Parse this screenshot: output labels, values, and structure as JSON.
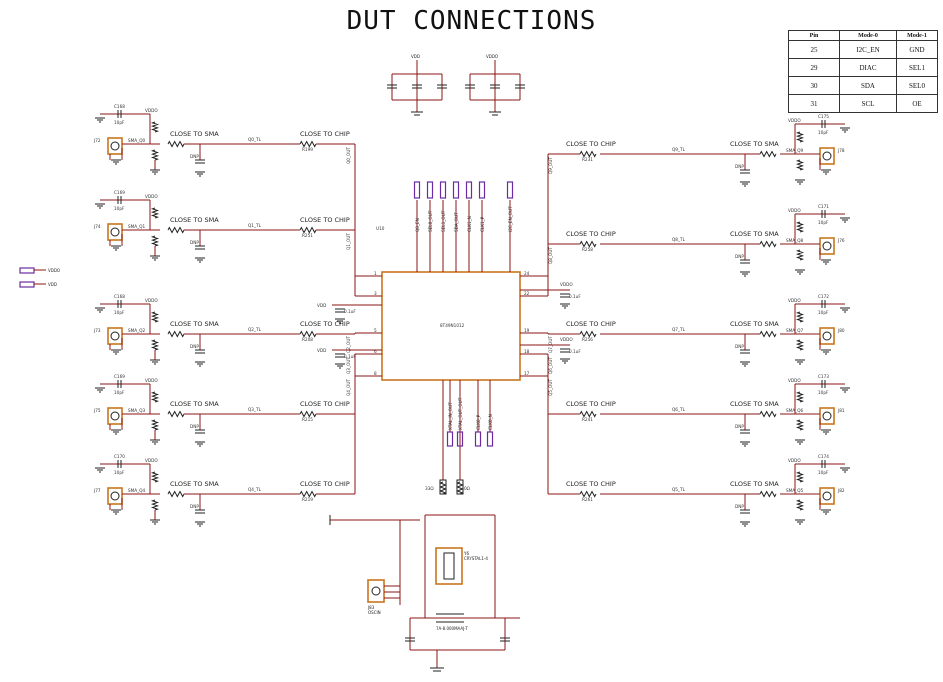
{
  "title": "DUT CONNECTIONS",
  "pin_table": {
    "headers": [
      "Pin",
      "Mode-0",
      "Mode-1"
    ],
    "rows": [
      [
        "25",
        "I2C_EN",
        "GND"
      ],
      [
        "29",
        "DIAC",
        "SEL1"
      ],
      [
        "30",
        "SDA",
        "SEL0"
      ],
      [
        "31",
        "SCL",
        "OE"
      ]
    ]
  },
  "power": {
    "vdd": "VDD",
    "vddo": "VDDO"
  },
  "ic": {
    "ref": "U10",
    "part": "8T49N1012"
  },
  "notes": {
    "near_sma": "CLOSE TO SMA",
    "near_chip": "CLOSE TO CHIP"
  },
  "left_channels": [
    {
      "conn": "J72",
      "sig": "SMA_Q0",
      "trace": "Q0_TL",
      "out": "Q0_OUT",
      "rs": "R199",
      "cap": "C168"
    },
    {
      "conn": "J74",
      "sig": "SMA_Q1",
      "trace": "Q1_TL",
      "out": "Q1_OUT",
      "rs": "R251",
      "cap": "C169"
    },
    {
      "conn": "J73",
      "sig": "SMA_Q2",
      "trace": "Q2_TL",
      "out": "Q2_OUT",
      "rs": "R208",
      "cap": "C168"
    },
    {
      "conn": "J75",
      "sig": "SMA_Q3",
      "trace": "Q3_TL",
      "out": "Q3_OUT",
      "rs": "R215",
      "cap": "C169"
    },
    {
      "conn": "J77",
      "sig": "SMA_Q4",
      "trace": "Q4_TL",
      "out": "Q4_OUT",
      "rs": "R219",
      "cap": "C170"
    }
  ],
  "right_channels": [
    {
      "conn": "J78",
      "sig": "SMA_Q9",
      "trace": "Q9_TL",
      "out": "Q9_OUT",
      "rs": "R231",
      "cap": "C175"
    },
    {
      "conn": "J76",
      "sig": "SMA_Q8",
      "trace": "Q8_TL",
      "out": "Q8_OUT",
      "rs": "R258",
      "cap": "C171"
    },
    {
      "conn": "J80",
      "sig": "SMA_Q7",
      "trace": "Q7_TL",
      "out": "Q7_OUT",
      "rs": "R256",
      "cap": "C172"
    },
    {
      "conn": "J81",
      "sig": "SMA_Q6",
      "trace": "Q6_TL",
      "out": "Q6_OUT",
      "rs": "R241",
      "cap": "C173"
    },
    {
      "conn": "J82",
      "sig": "SMA_Q5",
      "trace": "Q5_TL",
      "out": "Q5_OUT",
      "rs": "R261",
      "cap": "C174"
    }
  ],
  "top_pins": [
    "Q8_EN",
    "SEL0_OUT",
    "SEL1_OUT",
    "SDA_OUT",
    "CLK1_N",
    "CLK1_P",
    "I2C_EN_OUT"
  ],
  "bottom_pins": [
    "XTAL_IN_OUT",
    "XTAL_OUT_OUT",
    "CLK0_P",
    "CLK0_N"
  ],
  "crystal": {
    "ref": "Y6",
    "part": "CRYSTAL1-4",
    "osc": "7A-8.000MAAJ-T"
  },
  "connector": {
    "ref": "J83",
    "name": "OSCIN"
  },
  "cap_values": [
    "10pF",
    "0.1uF",
    "1pF",
    "DNP",
    "33Ω",
    "0Ω"
  ]
}
